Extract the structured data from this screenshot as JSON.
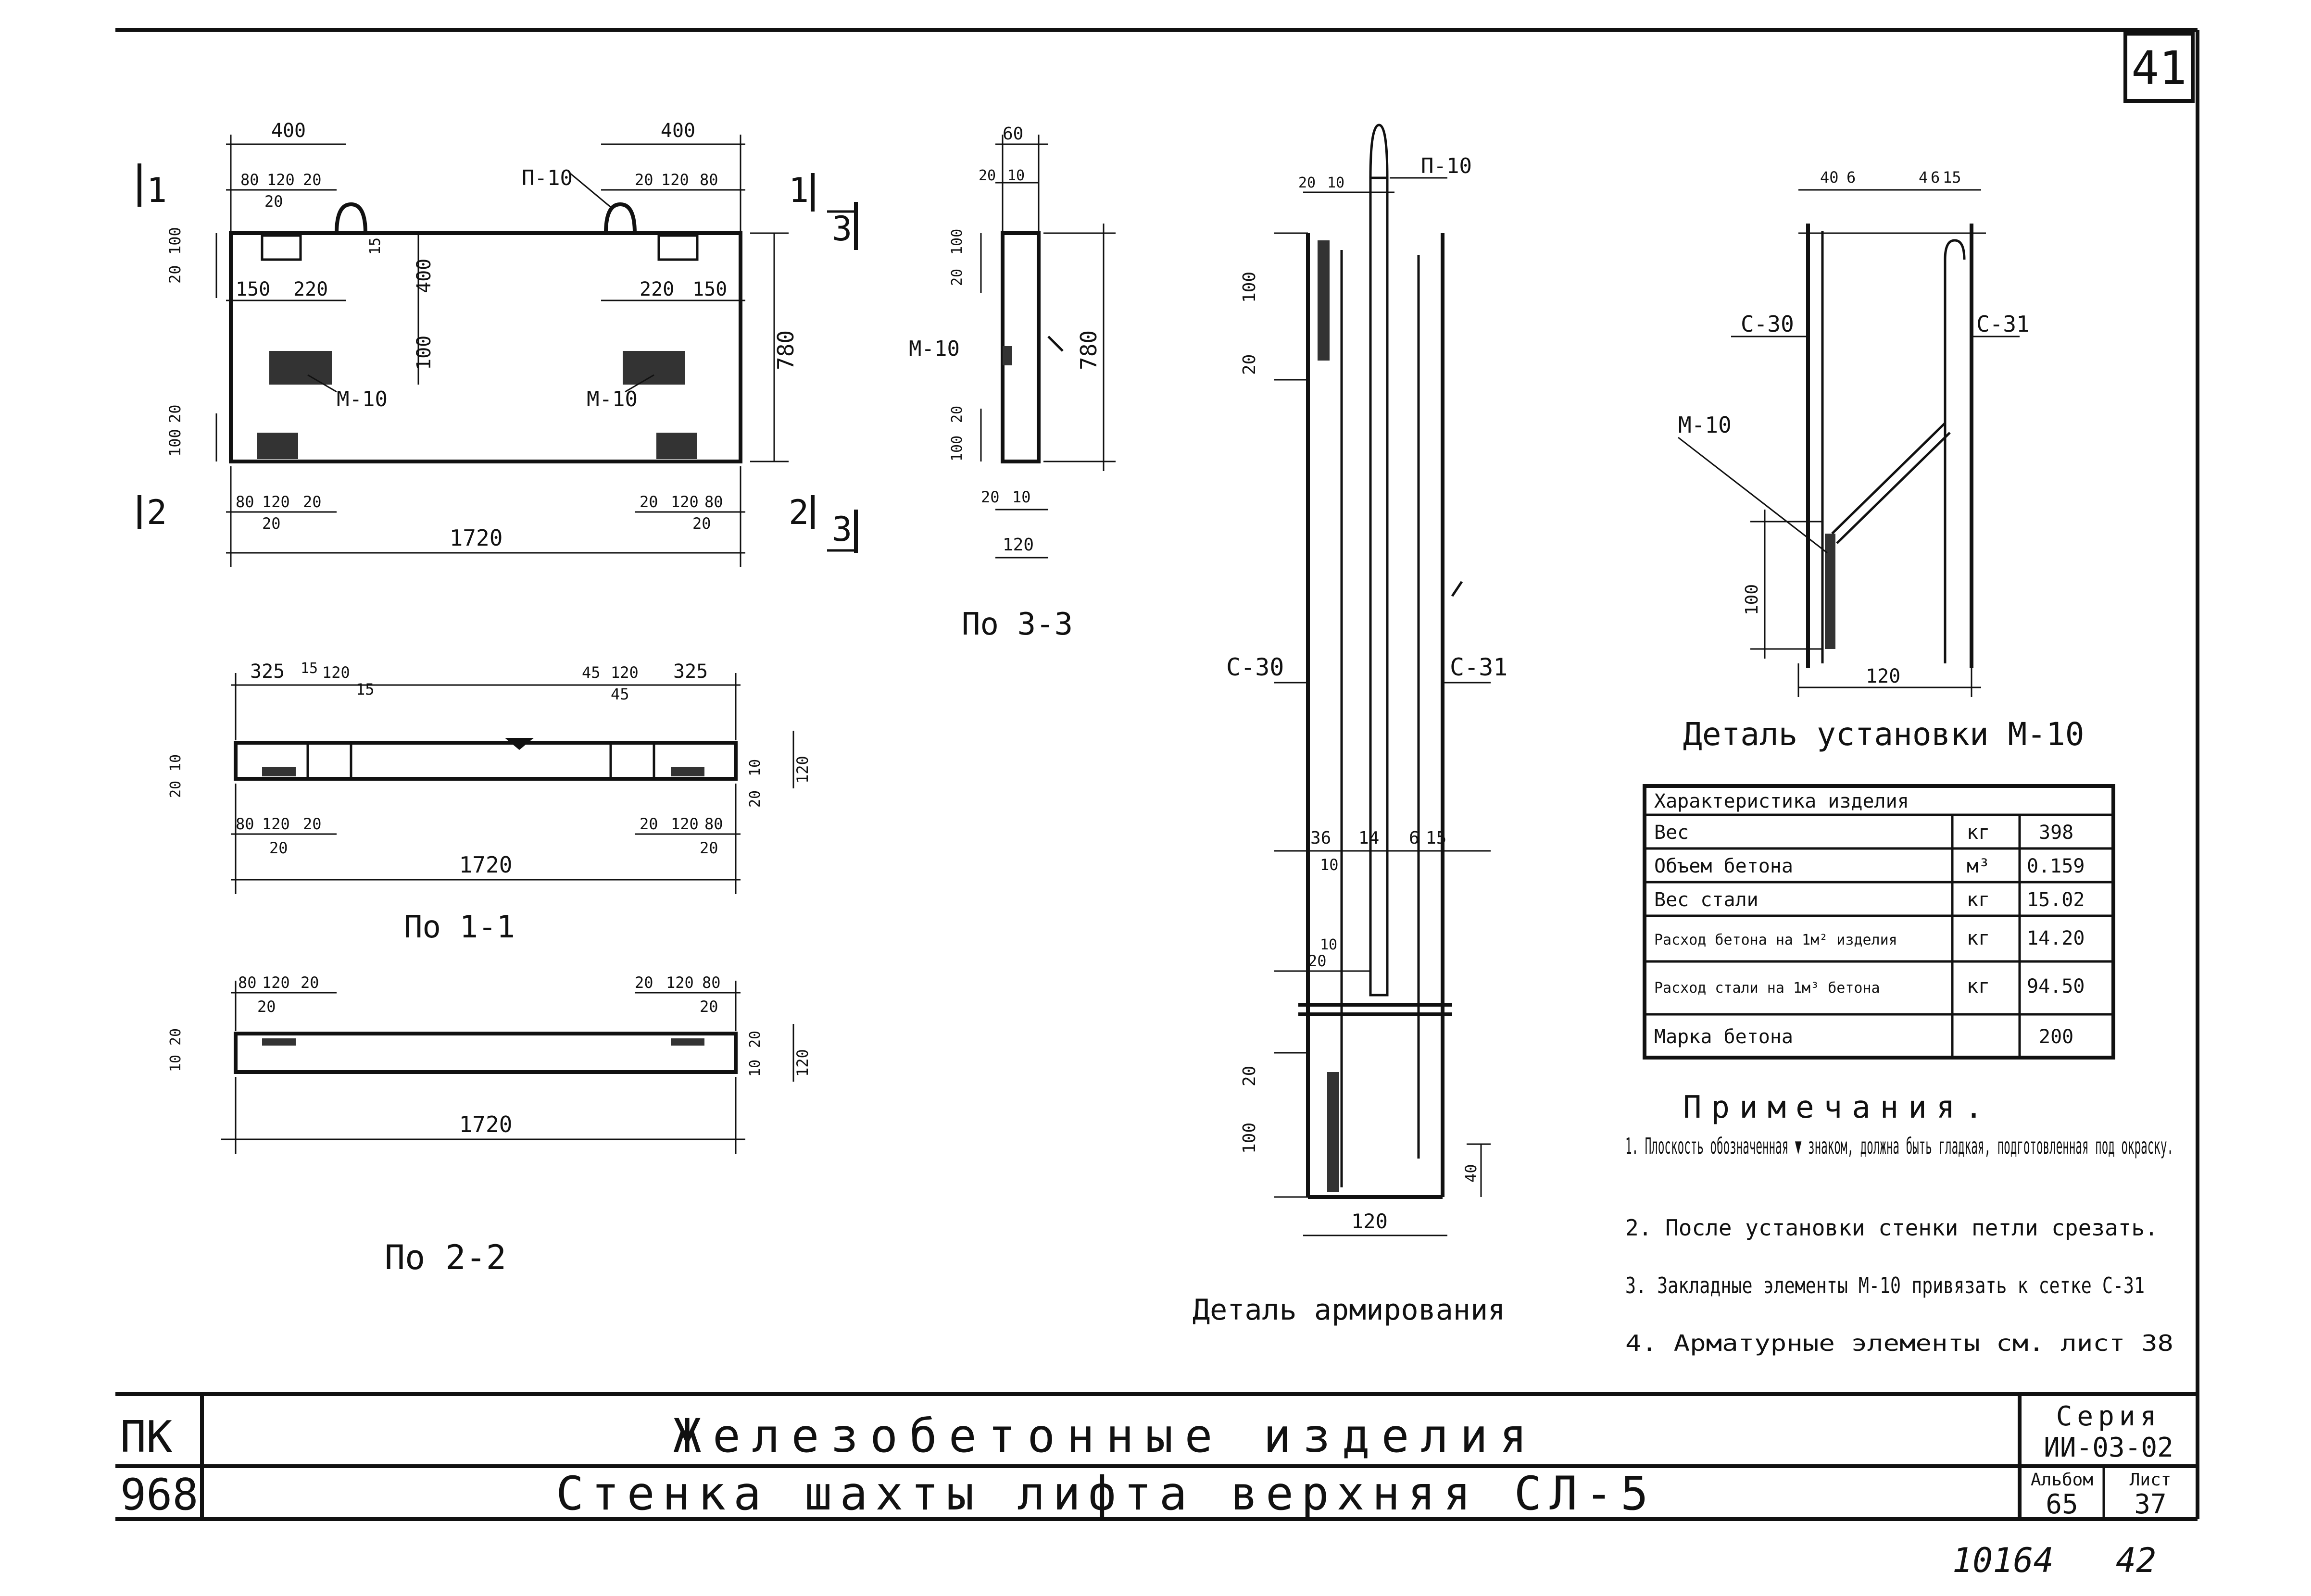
{
  "sheet_number": "41",
  "footer_number": "10164",
  "footer_sheet": "42",
  "views": {
    "front": {
      "dims": {
        "top_left": "400",
        "top_right": "400",
        "sub_left": "80",
        "sub_left_mid": "120",
        "sub_left_b": "20",
        "sub_left_c": "20",
        "sub_right_a": "20",
        "sub_right_mid": "120",
        "sub_right_b": "80",
        "left_v1": "20",
        "left_v2": "100",
        "inner_150l": "150",
        "inner_220l": "220",
        "inner_220r": "220",
        "inner_150r": "150",
        "v15": "15",
        "v400": "400",
        "v100": "100",
        "height": "780",
        "bot_left_v": "100",
        "bot_left_v2": "20",
        "bot_80": "80",
        "bot_120": "120",
        "bot_20": "20",
        "bot_20b": "20",
        "bot_r20": "20",
        "bot_r120": "120",
        "bot_r80": "80",
        "bot_r20b": "20",
        "length": "1720"
      },
      "labels": {
        "loop": "П-10",
        "embed_l": "М-10",
        "embed_r": "М-10"
      },
      "section_marks": {
        "s1": "1",
        "s2": "2",
        "s3": "3"
      }
    },
    "section33": {
      "dims": {
        "top": "60",
        "top_sub": "20",
        "top_sub2": "10",
        "v20": "20",
        "v100": "100",
        "height": "780",
        "v100b": "100",
        "v20b": "20",
        "bot20": "20",
        "bot10": "10",
        "width": "120"
      },
      "label": "М-10",
      "caption": "По 3-3"
    },
    "section11": {
      "dims": {
        "a": "325",
        "b": "15",
        "c": "120",
        "d": "15",
        "e": "45",
        "f": "120",
        "g": "325",
        "h": "45",
        "l1": "20",
        "l2": "10",
        "r1": "20",
        "r2": "10",
        "r3": "120",
        "b80": "80",
        "b120": "120",
        "b20": "20",
        "b20b": "20",
        "br20": "20",
        "br120": "120",
        "br80": "80",
        "br20b": "20",
        "length": "1720"
      },
      "caption": "По 1-1"
    },
    "section22": {
      "dims": {
        "a": "80",
        "b": "120",
        "c": "20",
        "d": "20",
        "e": "20",
        "f": "120",
        "g": "80",
        "h": "20",
        "l1": "10",
        "l2": "20",
        "r1": "10",
        "r2": "20",
        "r3": "120",
        "length": "1720"
      },
      "caption": "По 2-2"
    },
    "rebar": {
      "dims": {
        "top1": "20",
        "top2": "10",
        "v100": "100",
        "v20": "20",
        "m36": "36",
        "m10": "10",
        "m14": "14",
        "m6": "6",
        "m15": "15",
        "m20": "20",
        "m10b": "10",
        "b20": "20",
        "b100": "100",
        "b40": "40",
        "width": "120"
      },
      "labels": {
        "loop": "П-10",
        "left": "С-30",
        "right": "С-31"
      },
      "caption": "Деталь армирования"
    },
    "m10_detail": {
      "dims": {
        "t1": "40",
        "t2": "6",
        "t3": "4",
        "t4": "6",
        "t5": "15",
        "v100": "100",
        "width": "120"
      },
      "labels": {
        "c30": "С-30",
        "c31": "С-31",
        "m10": "М-10"
      },
      "caption": "Деталь установки М-10"
    }
  },
  "characteristics": {
    "header": "Характеристика изделия",
    "rows": [
      {
        "name": "Вес",
        "unit": "кг",
        "value": "398"
      },
      {
        "name": "Объем бетона",
        "unit": "м³",
        "value": "0.159"
      },
      {
        "name": "Вес стали",
        "unit": "кг",
        "value": "15.02"
      },
      {
        "name": "Расход бетона на 1м² изделия",
        "unit": "кг",
        "value": "14.20"
      },
      {
        "name": "Расход стали на 1м³ бетона",
        "unit": "кг",
        "value": "94.50"
      },
      {
        "name": "Марка бетона",
        "unit": "",
        "value": "200"
      }
    ]
  },
  "notes": {
    "title": "Примечания.",
    "items": [
      "1. Плоскость обозначенная ▼ знаком, должна быть гладкая, подготовленная под окраску.",
      "2. После установки стенки петли срезать.",
      "3. Закладные элементы М-10 привязать к сетке С-31",
      "4. Арматурные элементы см. лист 38"
    ]
  },
  "title_block": {
    "left_top": "ПК",
    "left_bottom": "968",
    "title1": "Железобетонные изделия",
    "title2": "Стенка шахты лифта верхняя СЛ-5",
    "series_label": "Серия",
    "series_value": "ИИ-03-02",
    "album_label": "Альбом",
    "album_value": "65",
    "sheet_label": "Лист",
    "sheet_value": "37"
  }
}
